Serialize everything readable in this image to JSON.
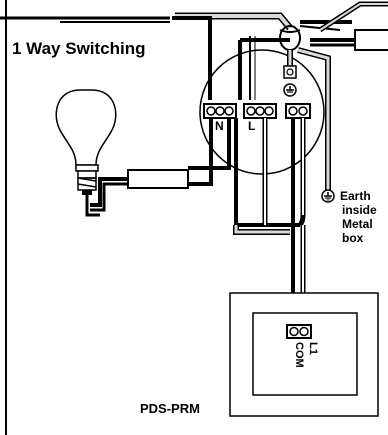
{
  "title": "1 Way Switching",
  "terminal_labels": {
    "neutral": "N",
    "live": "L",
    "l1": "L1",
    "com": "COM"
  },
  "earth_label": {
    "line1": "Earth",
    "line2": "inside",
    "line3": "Metal",
    "line4": "box"
  },
  "switch_label": "PDS-PRM",
  "colors": {
    "wire_black": "#000000",
    "wire_white": "#ffffff",
    "earth_sheath": "#d9d9d9",
    "bulb_fill": "#ffffff",
    "connector_fill": "#ffffff"
  },
  "icons": [
    "light-bulb-icon",
    "earth-symbol-icon",
    "screw-terminal-icon",
    "wire-connector-icon"
  ]
}
